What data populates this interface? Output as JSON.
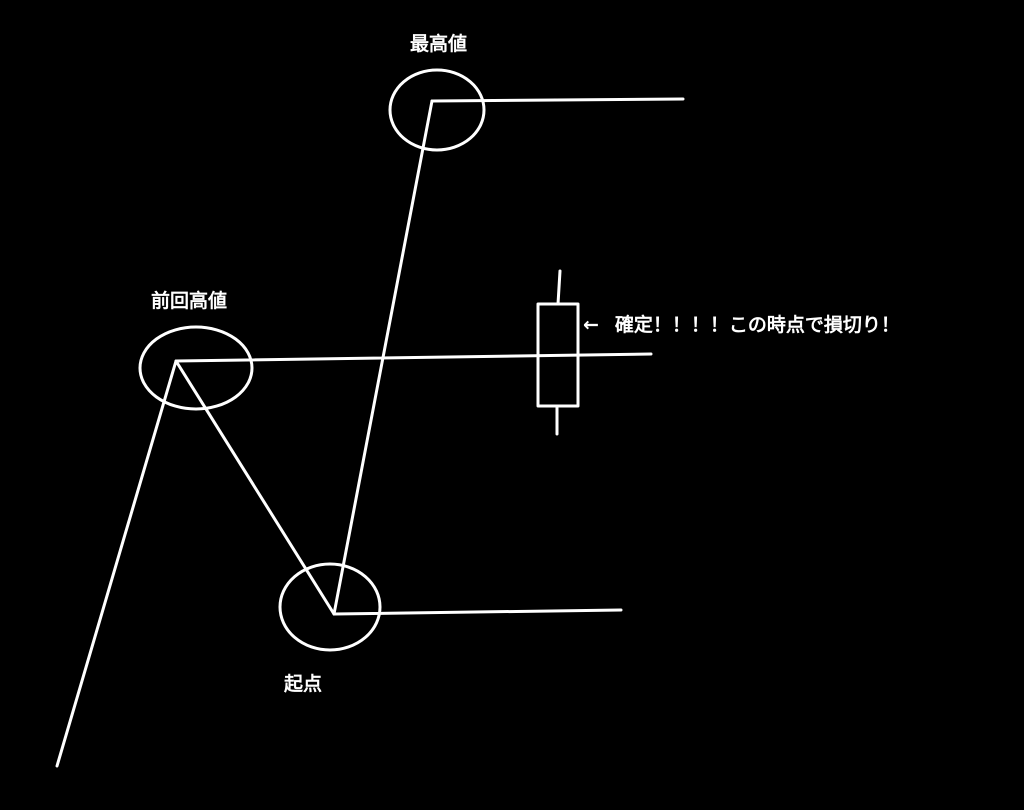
{
  "labels": {
    "highest": "最高値",
    "previous_high": "前回高値",
    "origin": "起点"
  },
  "annotation": {
    "arrow": "←",
    "text": "確定！！！！この時点で損切り！"
  },
  "colors": {
    "background": "#000000",
    "stroke": "#ffffff"
  }
}
